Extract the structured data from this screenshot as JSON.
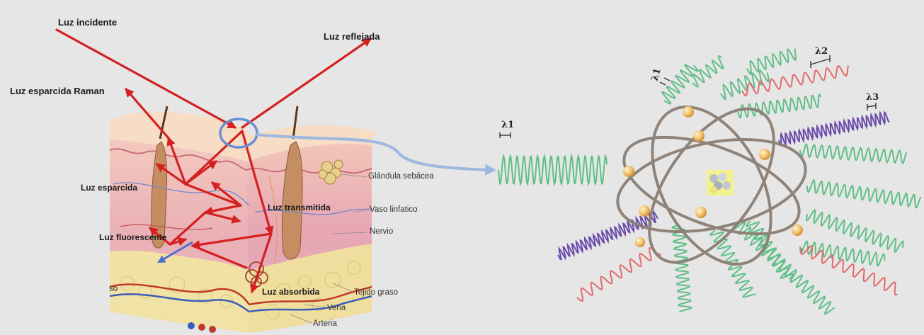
{
  "labels": {
    "luz_incidente": "Luz incidente",
    "luz_reflejada": "Luz reflejada",
    "luz_raman": "Luz esparcida Raman",
    "luz_esparcida": "Luz esparcida",
    "luz_transmitida": "Luz transmitida",
    "luz_fluorescente": "Luz fluorescente",
    "luz_absorbida": "Luz absorbida",
    "glandula": "Glándula sebácea",
    "vaso": "Vaso linfatico",
    "nervio": "Nervio",
    "tejido": "Tejido graso",
    "vena": "Vena",
    "arteria": "Arteria",
    "so": "so"
  },
  "wavelengths": {
    "l1_left": "λ1",
    "l1_right": "λ1",
    "l2": "λ2",
    "l3": "λ3"
  },
  "colors": {
    "background": "#e6e6e7",
    "arrow_red": "#d42020",
    "connector_blue": "#9db8e0",
    "wave_green": "#5fbf86",
    "wave_red": "#e26a6a",
    "wave_purple": "#6a4aa8",
    "orbit": "#8b7e74",
    "electron": "#f0b45a"
  }
}
